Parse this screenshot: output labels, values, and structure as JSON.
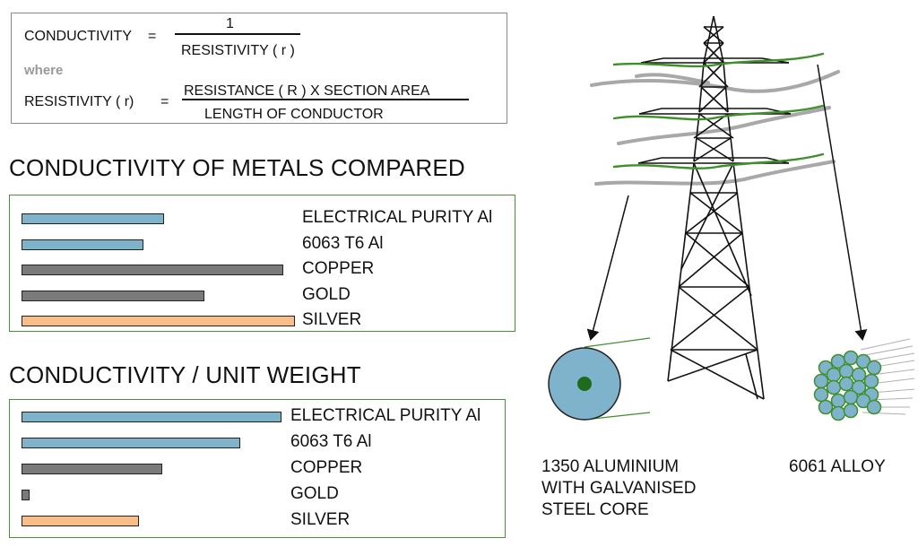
{
  "formula": {
    "conductivity_label": "CONDUCTIVITY",
    "equals": "=",
    "numerator_one": "1",
    "denominator_resistivity": "RESISTIVITY ( r  )",
    "where": "where",
    "resistivity_label": "RESISTIVITY ( r)",
    "equals2": "=",
    "numerator_resistance": "RESISTANCE ( R ) X SECTION AREA",
    "denominator_length": "LENGTH OF CONDUCTOR"
  },
  "chart_data": [
    {
      "type": "bar",
      "title": "CONDUCTIVITY OF METALS COMPARED",
      "categories": [
        "ELECTRICAL PURITY Al",
        "6063 T6 Al",
        "COPPER",
        "GOLD",
        "SILVER"
      ],
      "values": [
        49,
        42,
        90,
        63,
        94
      ],
      "colors": [
        "#7fb3cc",
        "#7fb3cc",
        "#7a7a7a",
        "#7a7a7a",
        "#f8bd88"
      ],
      "xlabel": "",
      "ylabel": ""
    },
    {
      "type": "bar",
      "title": "CONDUCTIVITY / UNIT WEIGHT",
      "categories": [
        "ELECTRICAL PURITY Al",
        "6063 T6 Al",
        "COPPER",
        "GOLD",
        "SILVER"
      ],
      "values": [
        100,
        84,
        54,
        3,
        45
      ],
      "colors": [
        "#7fb3cc",
        "#7fb3cc",
        "#7a7a7a",
        "#7a7a7a",
        "#f8bd88"
      ],
      "xlabel": "",
      "ylabel": ""
    }
  ],
  "captions": {
    "left_line1": "1350 ALUMINIUM",
    "left_line2": "WITH GALVANISED",
    "left_line3": "STEEL CORE",
    "right": "6061 ALLOY"
  },
  "colors": {
    "panel_border": "#4a8f3a",
    "conductor_green": "#3f8f2a",
    "wire_grey": "#a8a8a8",
    "aluminium_blue": "#7fb3cc",
    "core_green": "#1e6b1e",
    "strand_green": "#8fcf8f"
  }
}
